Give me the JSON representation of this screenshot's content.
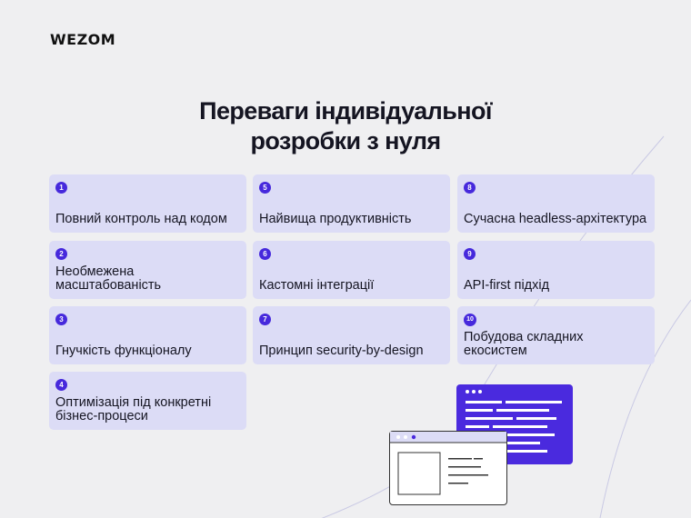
{
  "brand": {
    "logo": "WEZOM"
  },
  "title": {
    "line1": "Переваги індивідуальної",
    "line2": "розробки з нуля"
  },
  "colors": {
    "accent": "#4629dc",
    "card_bg": "#dcdcf6",
    "page_bg": "#efeff1"
  },
  "cards": [
    {
      "num": "1",
      "text": "Повний контроль над кодом"
    },
    {
      "num": "2",
      "text": "Необмежена масштабованість"
    },
    {
      "num": "3",
      "text": "Гнучкість функціоналу"
    },
    {
      "num": "4",
      "text": "Оптимізація під конкретні бізнес-процеси"
    },
    {
      "num": "5",
      "text": "Найвища продуктивність"
    },
    {
      "num": "6",
      "text": "Кастомні інтеграції"
    },
    {
      "num": "7",
      "text": "Принцип security-by-design"
    },
    {
      "num": "8",
      "text": "Сучасна headless-архітектура"
    },
    {
      "num": "9",
      "text": "API-first підхід"
    },
    {
      "num": "10",
      "text": "Побудова складних екосистем"
    }
  ]
}
